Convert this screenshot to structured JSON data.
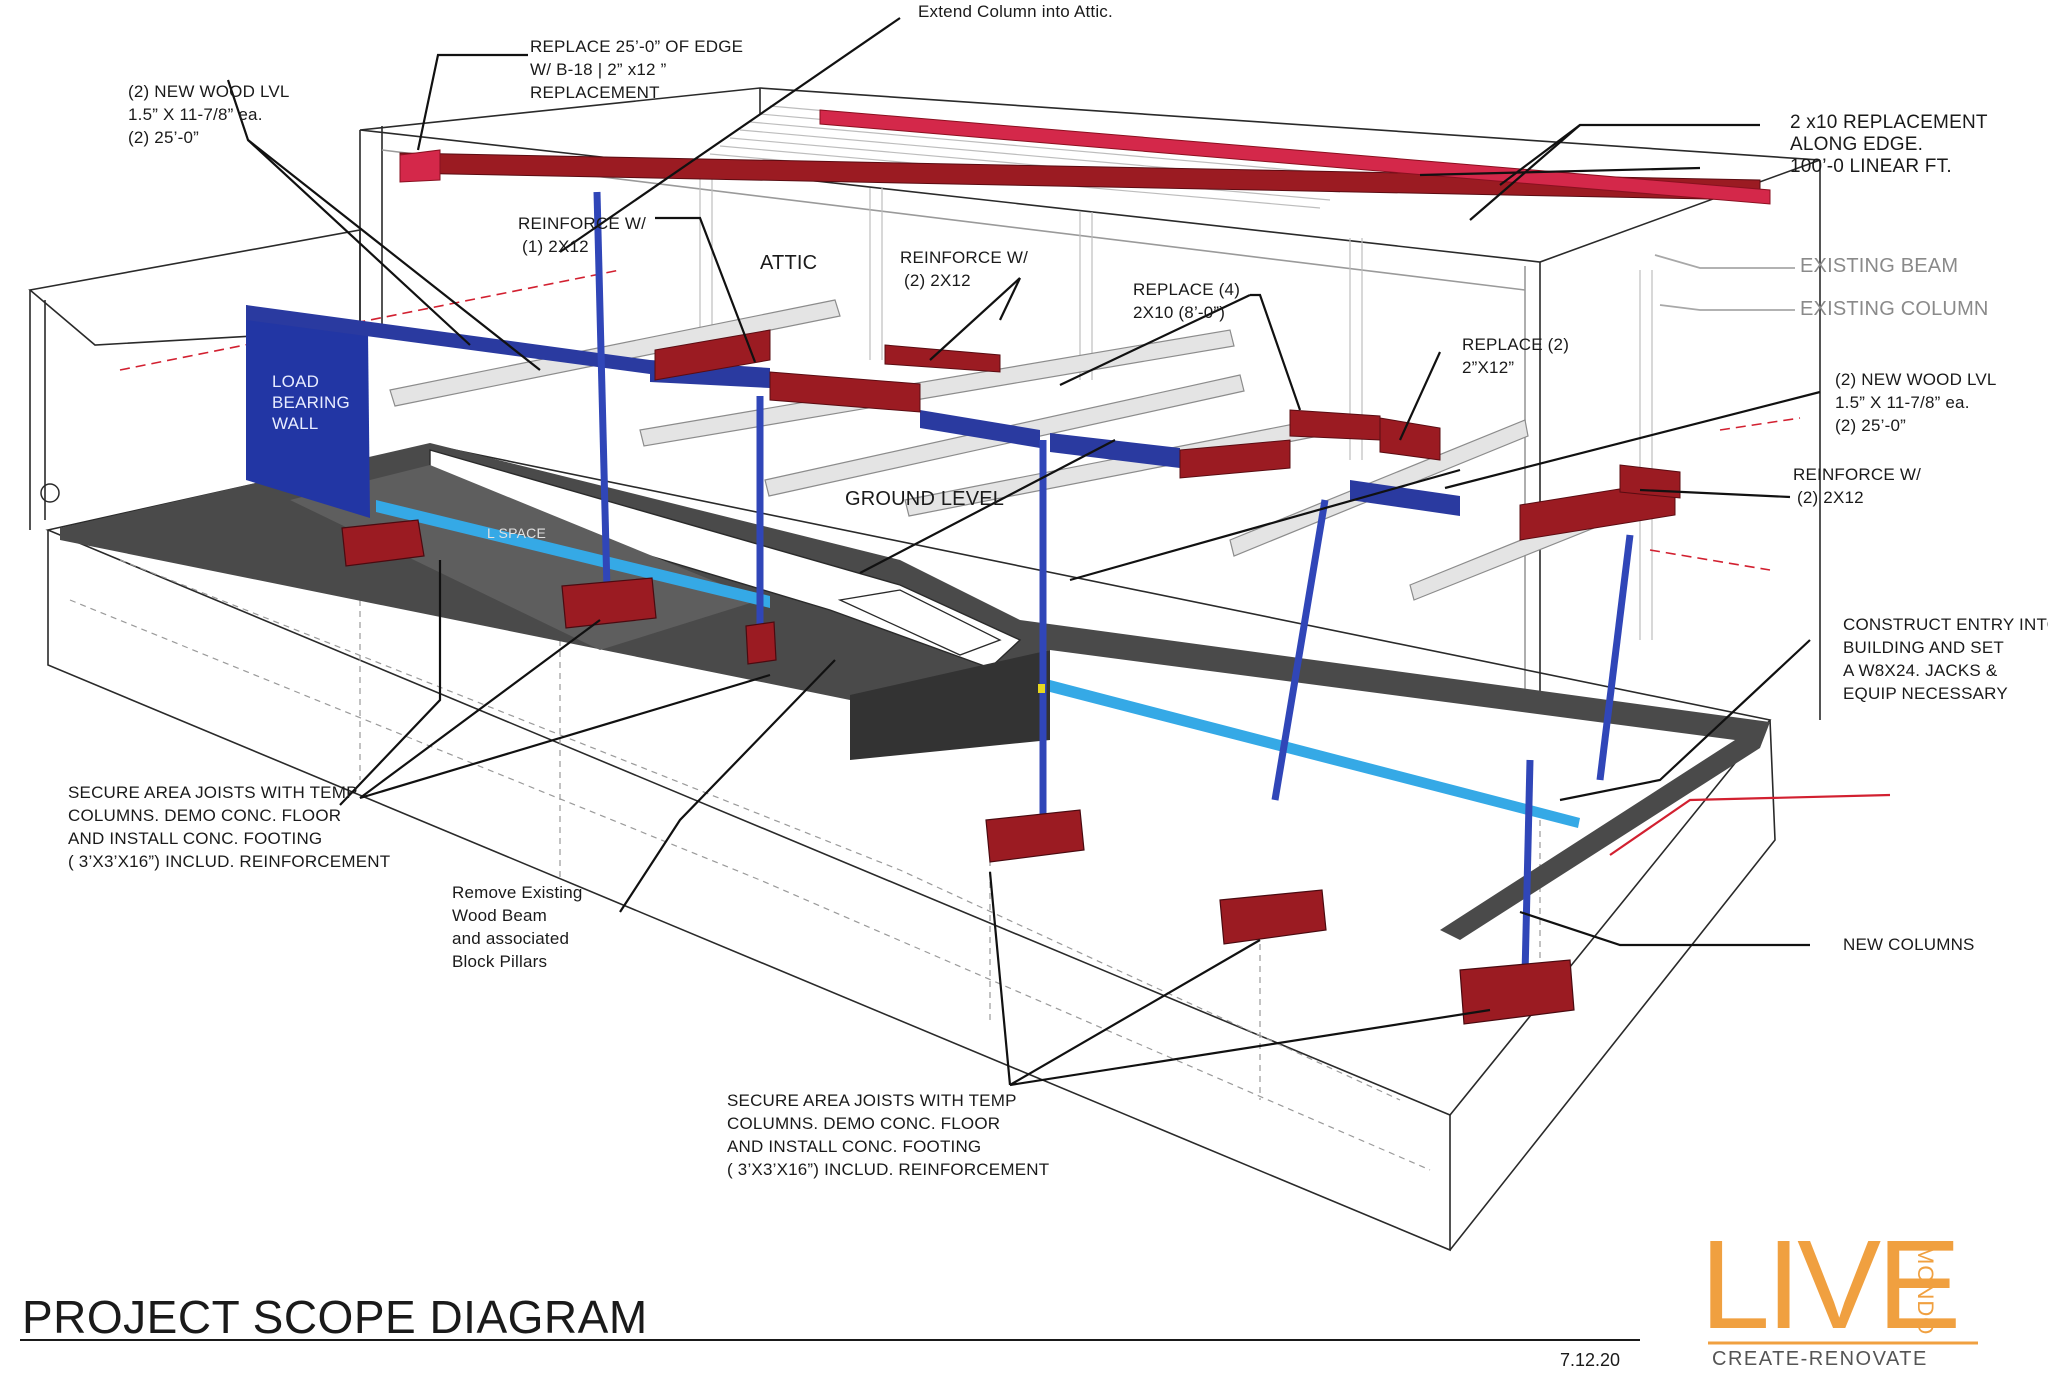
{
  "title": "PROJECT SCOPE DIAGRAM",
  "date": "7.12.20",
  "logo": {
    "main": "LIVE",
    "side": "MONDO",
    "tagline": "CREATE-RENOVATE"
  },
  "colors": {
    "lumber": "#9b1b22",
    "lvl_beam": "#2a3aa0",
    "column": "#3046b8",
    "load_bearing_wall": "#2236a4",
    "light_beam": "#35a9e6",
    "floor_slab": "#4a4a4a",
    "edge_replacement": "#d4284a",
    "accent": "#f0a040"
  },
  "area_labels": {
    "attic": "ATTIC",
    "ground_level": "GROUND LEVEL",
    "crawl_space": "L SPACE",
    "load_bearing_wall": [
      "LOAD",
      "BEARING",
      "WALL"
    ]
  },
  "callouts": {
    "extend_column": [
      "Extend Column into Attic."
    ],
    "replace_edge": [
      "REPLACE 25’-0” OF EDGE",
      "W/ B-18 | 2” x12 ”",
      "REPLACEMENT"
    ],
    "lvl_left": [
      "(2) NEW WOOD LVL",
      "1.5” X 11-7/8” ea.",
      "(2) 25’-0”"
    ],
    "edge_2x10": [
      "2 x10 REPLACEMENT",
      "ALONG EDGE.",
      "100’-0 LINEAR FT."
    ],
    "reinforce_1x12": [
      "REINFORCE W/",
      "(1) 2X12"
    ],
    "reinforce_2x12_top": [
      "REINFORCE W/",
      "(2) 2X12"
    ],
    "replace_4_2x10": [
      "REPLACE (4)",
      "2X10 (8’-0”)"
    ],
    "replace_2_2x12": [
      "REPLACE (2)",
      "2”X12”"
    ],
    "existing_beam": [
      "EXISTING BEAM"
    ],
    "existing_column": [
      "EXISTING COLUMN"
    ],
    "lvl_right": [
      "(2) NEW WOOD LVL",
      "1.5” X 11-7/8” ea.",
      "(2) 25’-0”"
    ],
    "reinforce_2x12_right": [
      "REINFORCE W/",
      "(2) 2X12"
    ],
    "construct_entry": [
      "CONSTRUCT ENTRY INTO",
      "BUILDING AND SET",
      "A W8X24.  JACKS &",
      "EQUIP NECESSARY"
    ],
    "secure_left": [
      "SECURE AREA JOISTS WITH TEMP",
      "COLUMNS.  DEMO CONC. FLOOR",
      "AND INSTALL CONC. FOOTING",
      "( 3’X3’X16”) INCLUD. REINFORCEMENT"
    ],
    "remove_beam": [
      "Remove Existing",
      "Wood Beam",
      "and associated",
      "Block Pillars"
    ],
    "new_columns": [
      "NEW COLUMNS"
    ],
    "secure_bottom": [
      "SECURE AREA JOISTS WITH TEMP",
      "COLUMNS.  DEMO CONC. FLOOR",
      "AND INSTALL CONC. FOOTING",
      "( 3’X3’X16”) INCLUD. REINFORCEMENT"
    ]
  }
}
